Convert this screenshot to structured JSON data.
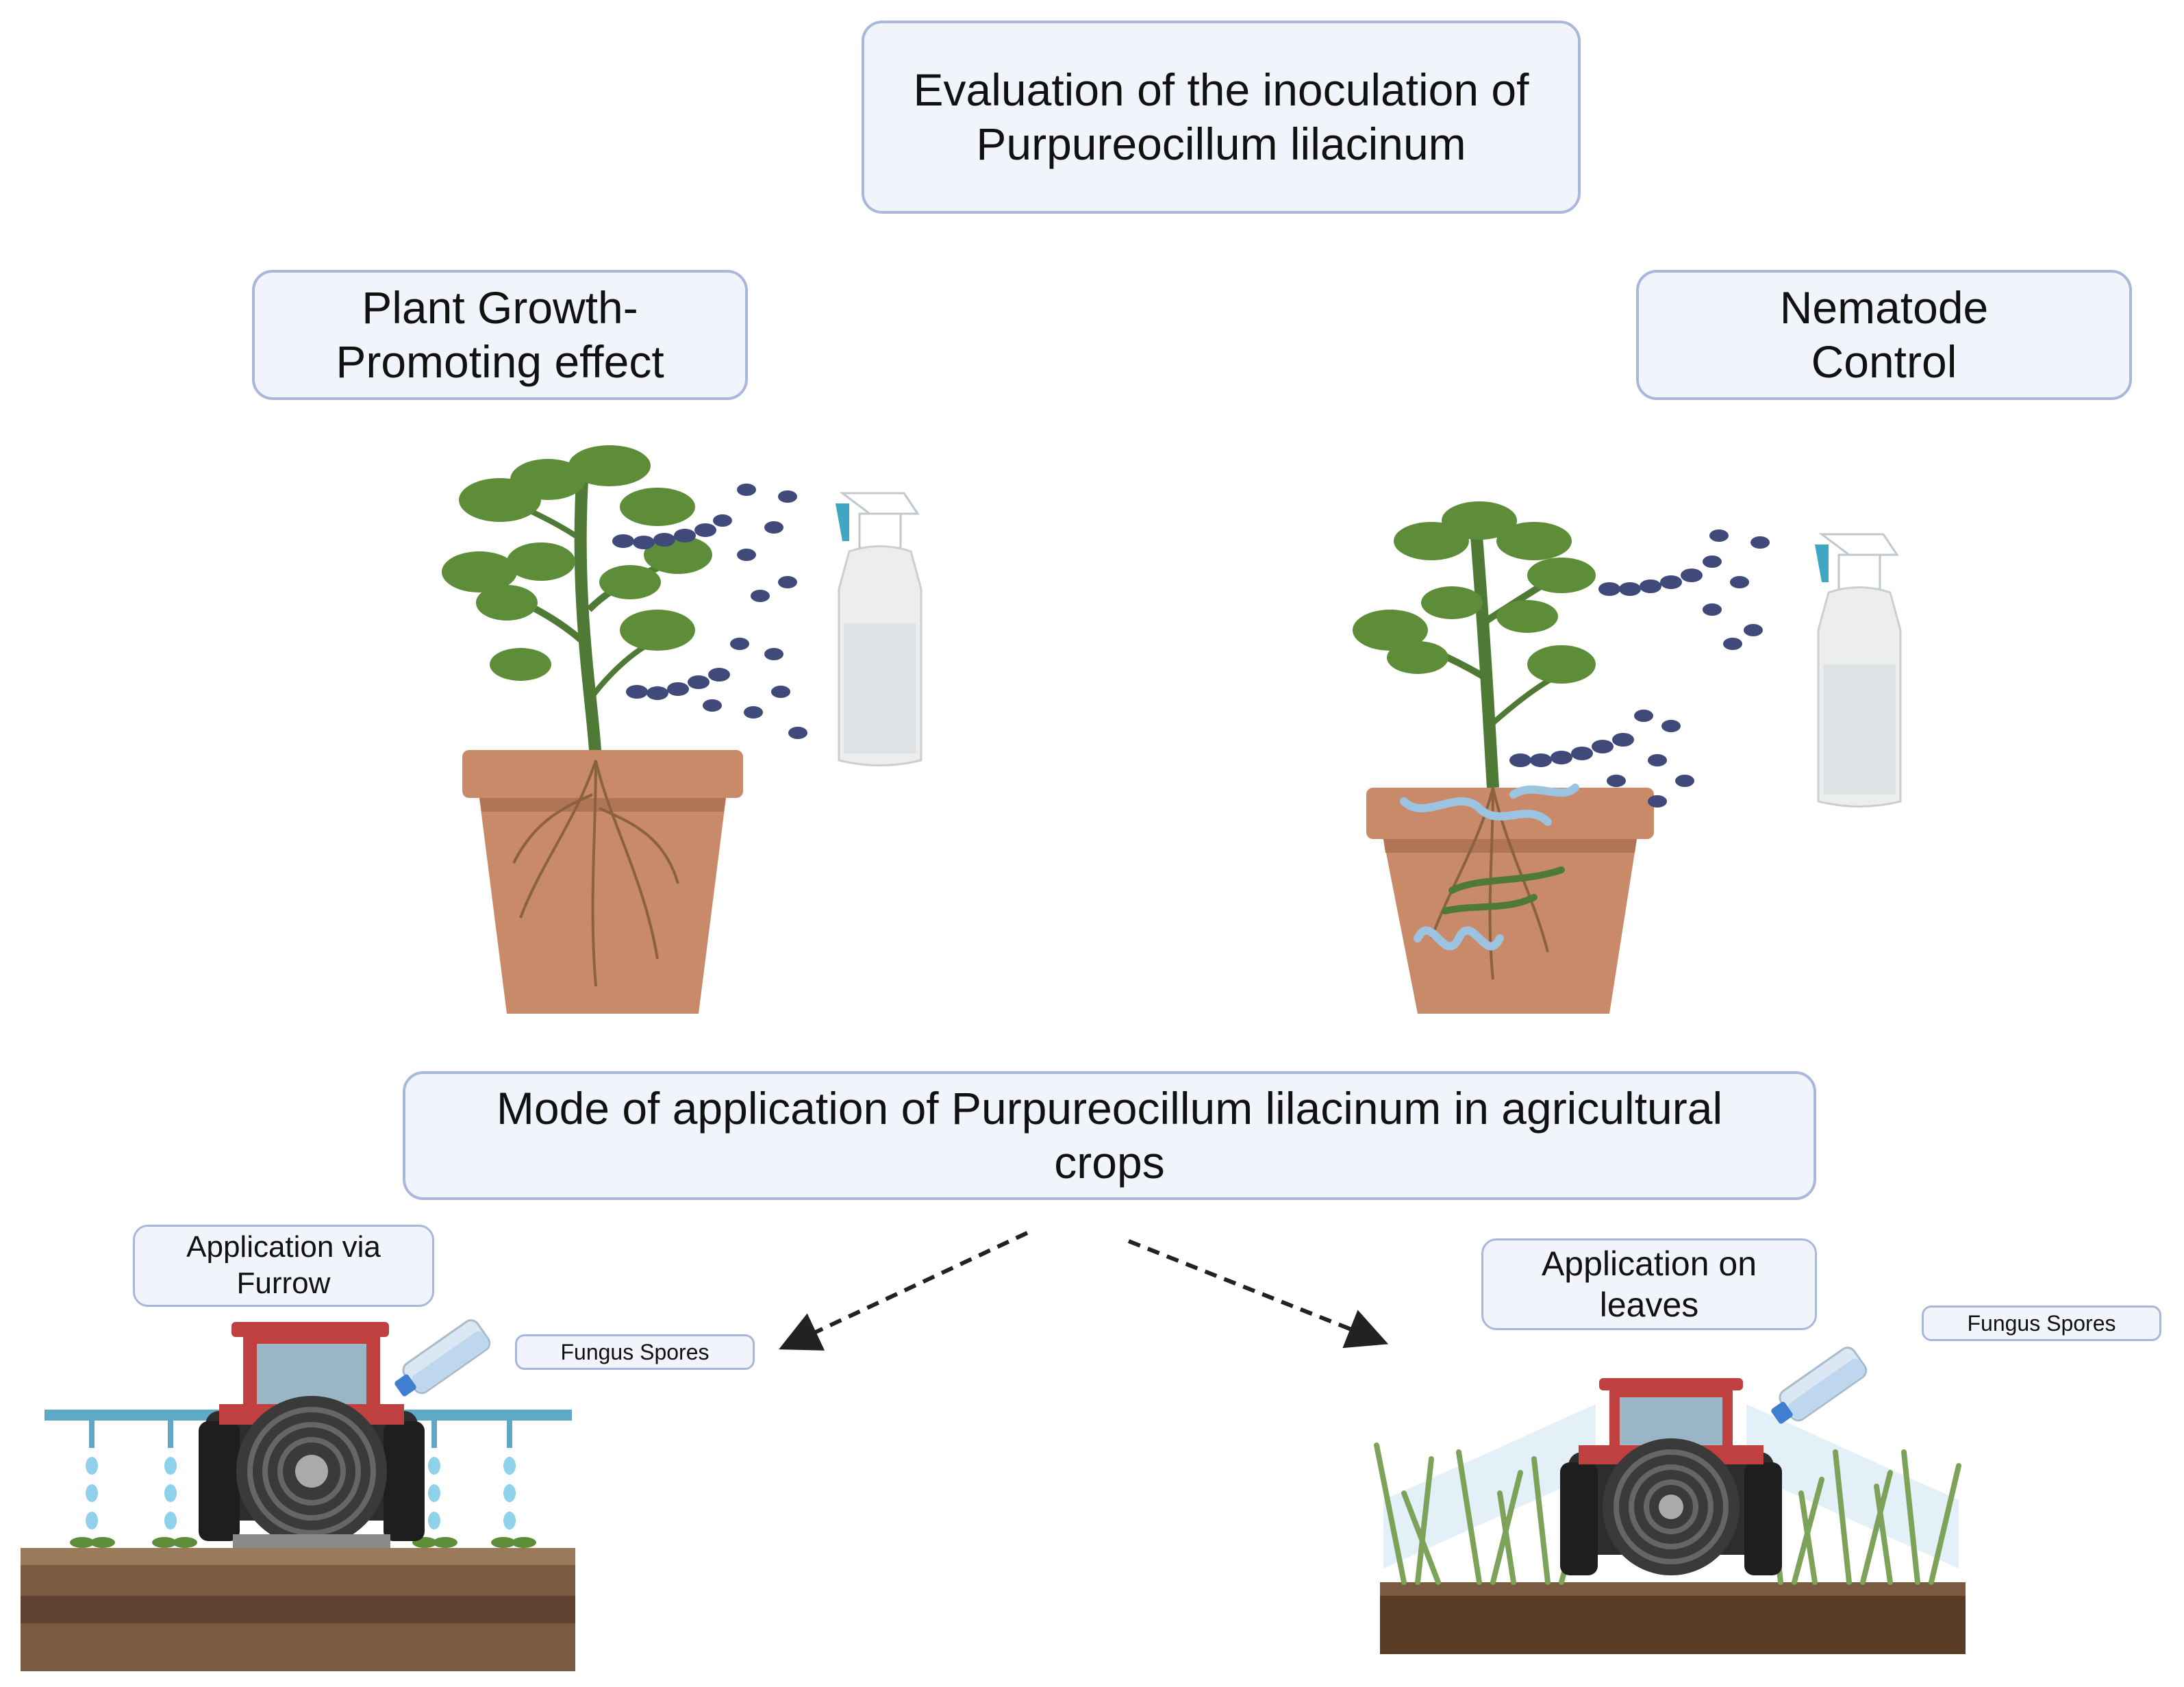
{
  "title": {
    "line1": "Evaluation of the inoculation of",
    "line2": "Purpureocillum lilacinum"
  },
  "branches": {
    "left": {
      "line1": "Plant Growth-",
      "line2": "Promoting effect"
    },
    "right": {
      "line1": "Nematode",
      "line2": "Control"
    }
  },
  "mode": {
    "line1": "Mode of application of Purpureocillum lilacinum in agricultural",
    "line2": "crops"
  },
  "applications": {
    "furrow": {
      "line1": "Application via",
      "line2": "Furrow",
      "spores_label": "Fungus Spores"
    },
    "leaves": {
      "line1": "Application on",
      "line2": "leaves",
      "spores_label": "Fungus Spores"
    }
  },
  "colors": {
    "box_fill": "#f1f4fb",
    "box_border": "#a9b8da",
    "pot": "#c98a6a",
    "leaf": "#5e8d3a",
    "stem": "#4f7a35",
    "spore": "#3f4a7a",
    "tractor_red": "#c0403f",
    "soil": "#6b4a33",
    "spray_cap": "#3fa7c4",
    "nematode": "#9cc3e0"
  },
  "icons": [
    "potted-plant-icon",
    "spray-bottle-icon",
    "fungus-spores-icon",
    "nematode-icon",
    "tractor-icon",
    "bottle-icon",
    "arrow-icon"
  ]
}
